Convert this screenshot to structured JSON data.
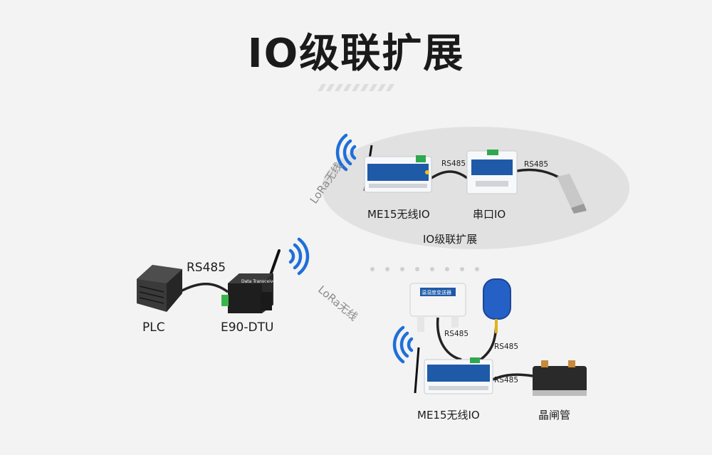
{
  "title": "IO级联扩展",
  "devices": {
    "plc": "PLC",
    "dtu": "E90-DTU",
    "dtu_face_text": "Data Transceiver",
    "me15_top": "ME15无线IO",
    "serial_io": "串口IO",
    "me15_bottom": "ME15无线IO",
    "thyristor": "晶闸管",
    "sensor_face_text": "温湿度变送器"
  },
  "links": {
    "plc_to_dtu": "RS485",
    "me15_to_serial": "RS485",
    "serial_to_probe": "RS485",
    "sensor_to_me15": "RS485",
    "float_to_me15": "RS485",
    "me15_to_thyristor": "RS485"
  },
  "wireless": {
    "lora_upper": "LoRa无线",
    "lora_lower": "LoRa无线"
  },
  "group_label": "IO级联扩展",
  "colors": {
    "device_blue": "#1e5aa8",
    "device_white": "#f7f8fa",
    "signal_blue": "#1f6fd8",
    "cable": "#222222",
    "ellipse": "#e1e1e1"
  }
}
